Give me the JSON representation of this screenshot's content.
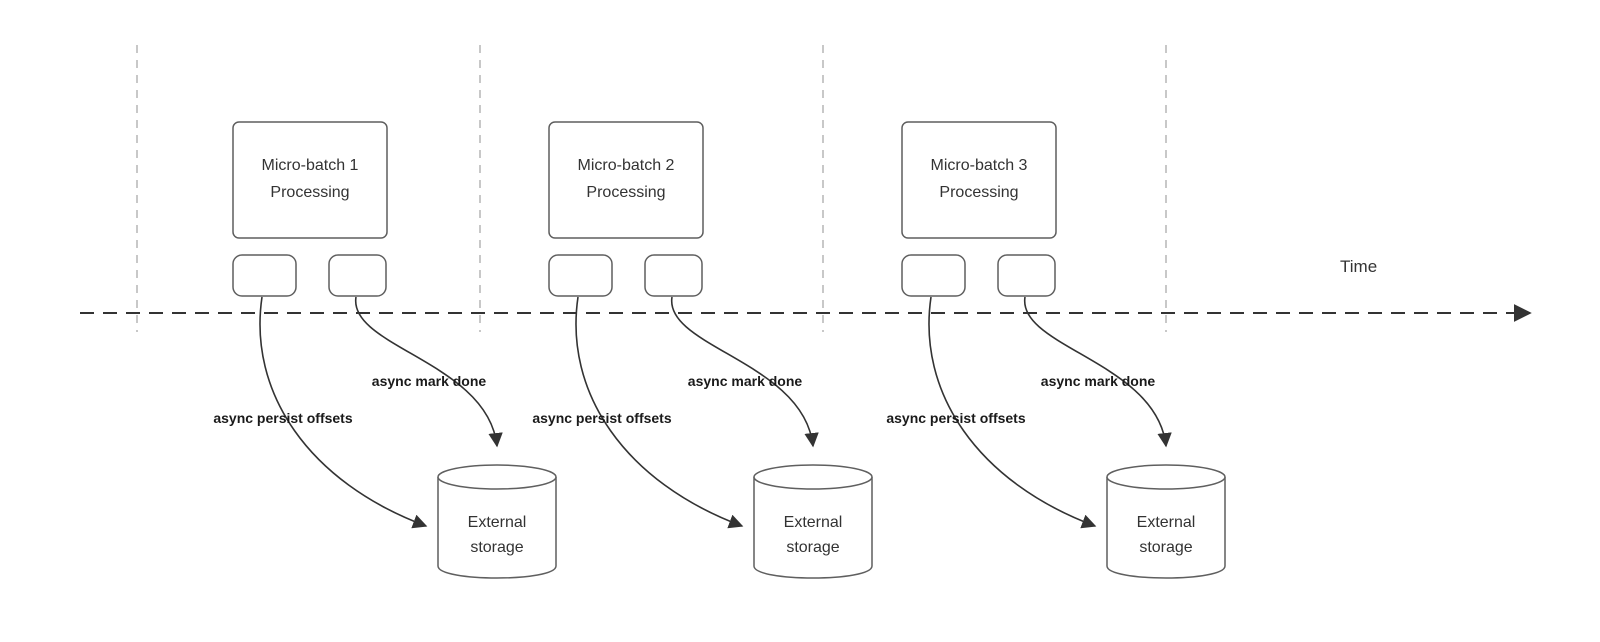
{
  "diagram": {
    "timeline": {
      "label": "Time"
    },
    "groups": [
      {
        "title_line1": "Micro-batch 1",
        "title_line2": "Processing",
        "persist_arrow_label": "async persist offsets",
        "done_arrow_label": "async mark done",
        "storage_line1": "External",
        "storage_line2": "storage"
      },
      {
        "title_line1": "Micro-batch 2",
        "title_line2": "Processing",
        "persist_arrow_label": "async persist offsets",
        "done_arrow_label": "async mark done",
        "storage_line1": "External",
        "storage_line2": "storage"
      },
      {
        "title_line1": "Micro-batch 3",
        "title_line2": "Processing",
        "persist_arrow_label": "async persist offsets",
        "done_arrow_label": "async mark done",
        "storage_line1": "External",
        "storage_line2": "storage"
      }
    ]
  }
}
